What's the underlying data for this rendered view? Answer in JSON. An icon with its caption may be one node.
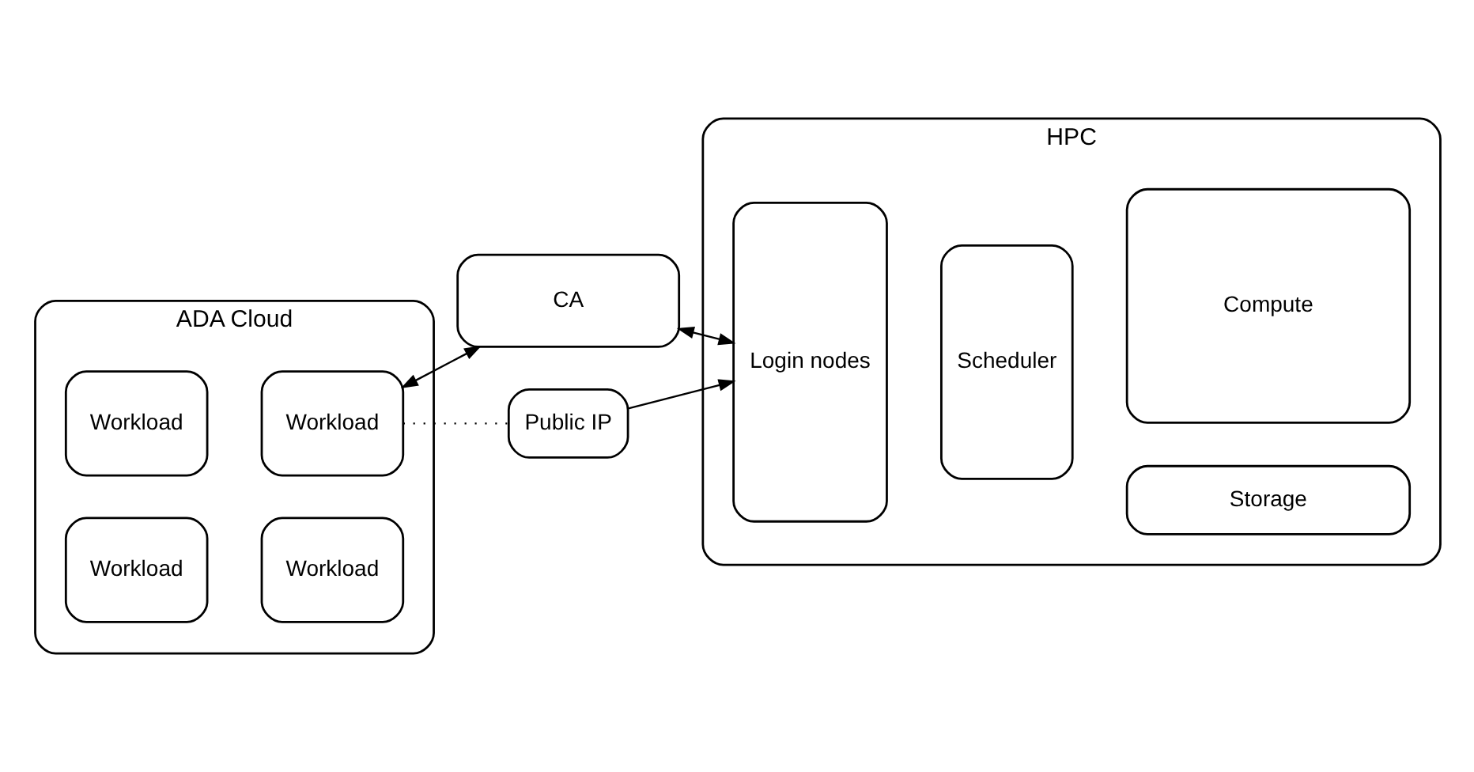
{
  "diagram": {
    "nodes": [
      {
        "text": [
          "CA"
        ]
      },
      {
        "text": [
          "ADA Cloud"
        ]
      },
      {
        "text": [
          "Workload"
        ],
        "in": 1
      },
      {
        "text": [
          "Workload"
        ],
        "in": 1
      },
      {
        "text": [
          "Workload"
        ],
        "in": 1
      },
      {
        "text": [
          "Workload"
        ],
        "in": 1
      },
      {
        "text": [
          "Public IP"
        ]
      },
      {
        "text": [
          "HPC"
        ]
      },
      {
        "text": [
          "Login nodes"
        ],
        "in": 7
      },
      {
        "text": [
          "Scheduler"
        ],
        "in": 7
      },
      {
        "text": [
          "Compute"
        ],
        "in": 7
      },
      {
        "text": [
          "Storage"
        ],
        "in": 7
      }
    ],
    "edges": [
      {
        "from": 0,
        "to": 3,
        "arrow": "both"
      },
      {
        "from": 0,
        "to": 8,
        "arrow": "both"
      },
      {
        "from": 3,
        "to": 6,
        "arrow": "none",
        "style": "dashed"
      },
      {
        "from": 6,
        "to": 8,
        "arrow": "to"
      }
    ]
  }
}
